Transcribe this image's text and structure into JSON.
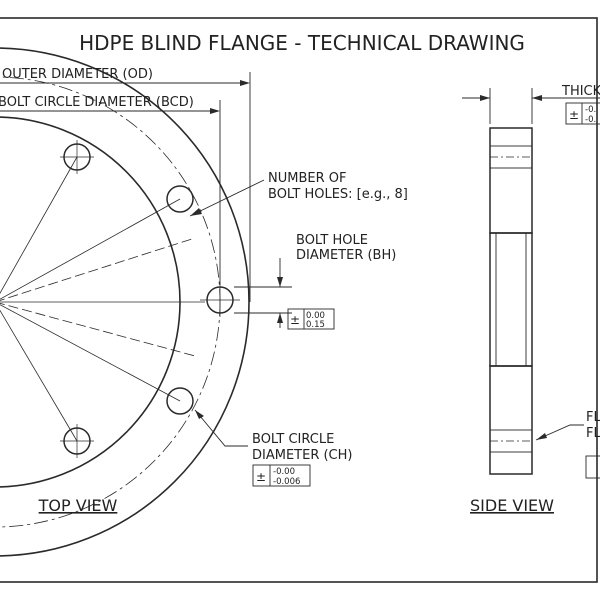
{
  "title": "HDPE BLIND FLANGE - TECHNICAL DRAWING",
  "top_view": {
    "label": "TOP VIEW",
    "od_label": "OUTER DIAMETER (OD)",
    "bcd_label": "BOLT CIRCLE DIAMETER (BCD)",
    "bolt_holes_label_line1": "NUMBER OF",
    "bolt_holes_label_line2": "BOLT HOLES: [e.g., 8]",
    "bh_label_line1": "BOLT HOLE",
    "bh_label_line2": "DIAMETER (BH)",
    "bh_tol_sign": "±",
    "bh_tol_upper": "0.00",
    "bh_tol_lower": "0.15",
    "ch_label_line1": "BOLT CIRCLE",
    "ch_label_line2": "DIAMETER (CH)",
    "ch_tol_sign": "±",
    "ch_tol_upper": "-0.00",
    "ch_tol_lower": "-0.006"
  },
  "side_view": {
    "label": "SIDE VIEW",
    "thickness_label": "THICK",
    "thickness_tol_sign": "±",
    "thickness_tol_upper": "-0.",
    "thickness_tol_lower": "-0.",
    "fl_label_line1": "FL",
    "fl_label_line2": "FL"
  },
  "colors": {
    "line": "#2a2a2a",
    "hatch": "#555555",
    "background": "#ffffff"
  }
}
